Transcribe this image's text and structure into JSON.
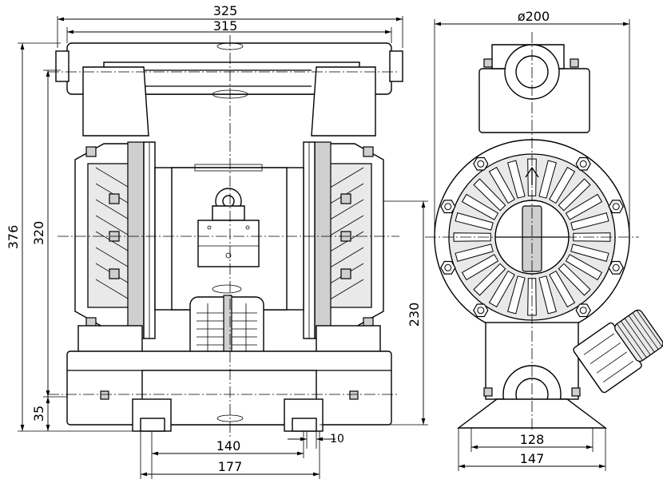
{
  "front_view": {
    "dims": {
      "overall_width": "325",
      "port_width": "315",
      "overall_height": "376",
      "port_height": "320",
      "inlet_height": "230",
      "base_height": "35",
      "foot_spacing": "140",
      "foot_width": "177",
      "slot_width": "10"
    }
  },
  "side_view": {
    "dims": {
      "diameter": "ø200",
      "base_inner": "128",
      "base_outer": "147"
    }
  }
}
